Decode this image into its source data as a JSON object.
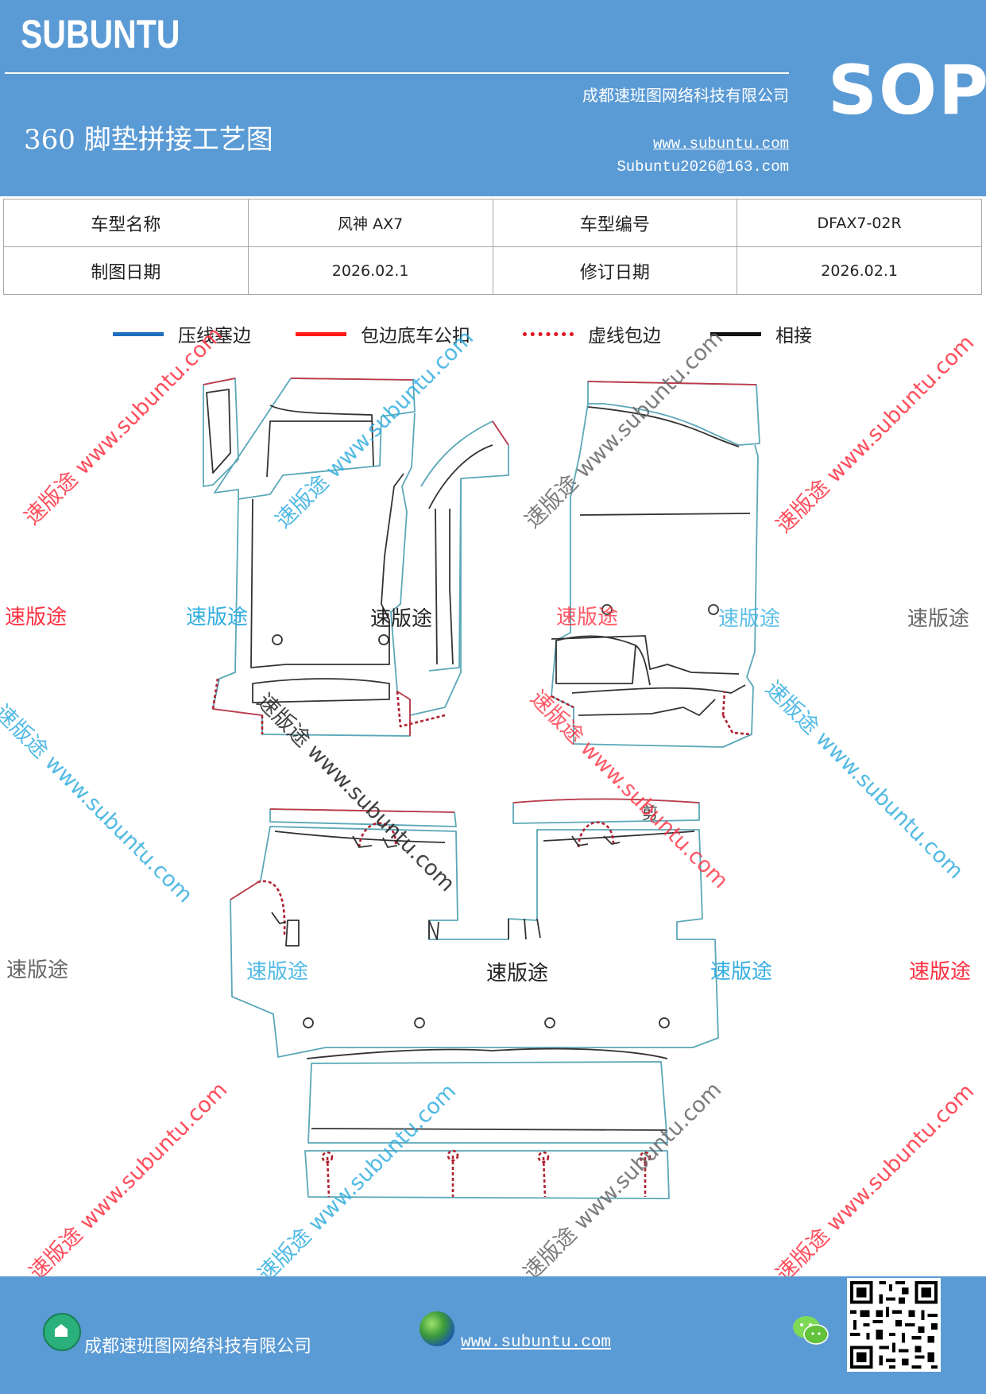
{
  "header": {
    "brand": "SUBUNTU",
    "company": "成都速班图网络科技有限公司",
    "title": "360 脚垫拼接工艺图",
    "website": "www.subuntu.com",
    "email": "Subuntu2026@163.com",
    "sop": "SOP"
  },
  "info_table": {
    "rows": [
      {
        "label1": "车型名称",
        "value1": "风神 AX7",
        "label2": "车型编号",
        "value2": "DFAX7-02R"
      },
      {
        "label1": "制图日期",
        "value1": "2026.02.1",
        "label2": "修订日期",
        "value2": "2026.02.1"
      }
    ]
  },
  "legend": {
    "items": [
      {
        "label": "压线塞边",
        "color": "#1f6fc0",
        "style": "solid"
      },
      {
        "label": "包边底车公扣",
        "color": "#ff1a1a",
        "style": "solid"
      },
      {
        "label": "虚线包边",
        "color": "#e01020",
        "style": "dotted"
      },
      {
        "label": "相接",
        "color": "#111111",
        "style": "solid"
      }
    ]
  },
  "drawing": {
    "cut_label": "剪",
    "colors": {
      "outline": "#5ba7b8",
      "seam": "#333333",
      "edge": "#c23a48",
      "dashed": "#b02030"
    }
  },
  "watermarks": {
    "brand_text": "速版途",
    "diag_text": "速版途 www.subuntu.com",
    "diag_text_right": "速版途 www.subuntu.com"
  },
  "footer": {
    "company": "成都速班图网络科技有限公司",
    "website": "www.subuntu.com",
    "icons": [
      "home-icon",
      "globe-icon",
      "wechat-icon",
      "qr-code"
    ]
  }
}
